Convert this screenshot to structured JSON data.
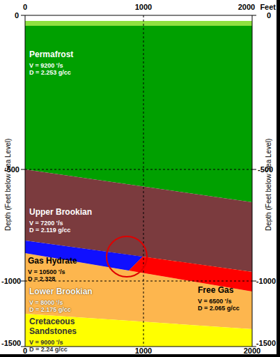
{
  "diagram": {
    "nodes": [
      {
        "text": [
          "Permafrost",
          "V = 9200 '/s",
          "D = 2.253 g/cc"
        ]
      },
      {
        "text": [
          "Upper Brookian",
          "V = 7200 '/s",
          "D = 2.119 g/cc"
        ]
      },
      {
        "text": [
          "Gas Hydrate",
          "V = 10500 '/s",
          "D = 2.328"
        ]
      },
      {
        "text": [
          "Free Gas",
          "V = 6500 '/s",
          "D = 2.065 g/cc"
        ]
      },
      {
        "text": [
          "Lower Brookian",
          "V = 8000 '/s",
          "D = 2.175 g/cc"
        ]
      },
      {
        "text": [
          "Cretaceous Sandstones",
          "V = 9000 '/s",
          "D = 2.24 g/cc"
        ]
      }
    ],
    "labels": [
      "0",
      "1000",
      "2000",
      "Feet",
      "0",
      "0",
      "-500",
      "-1000",
      "-1500",
      "-500",
      "-1000",
      "-1500",
      "0",
      "1000",
      "2000",
      "Depth (Feet below Sea Level)",
      "Depth (Feet below Sea Level)"
    ]
  }
}
